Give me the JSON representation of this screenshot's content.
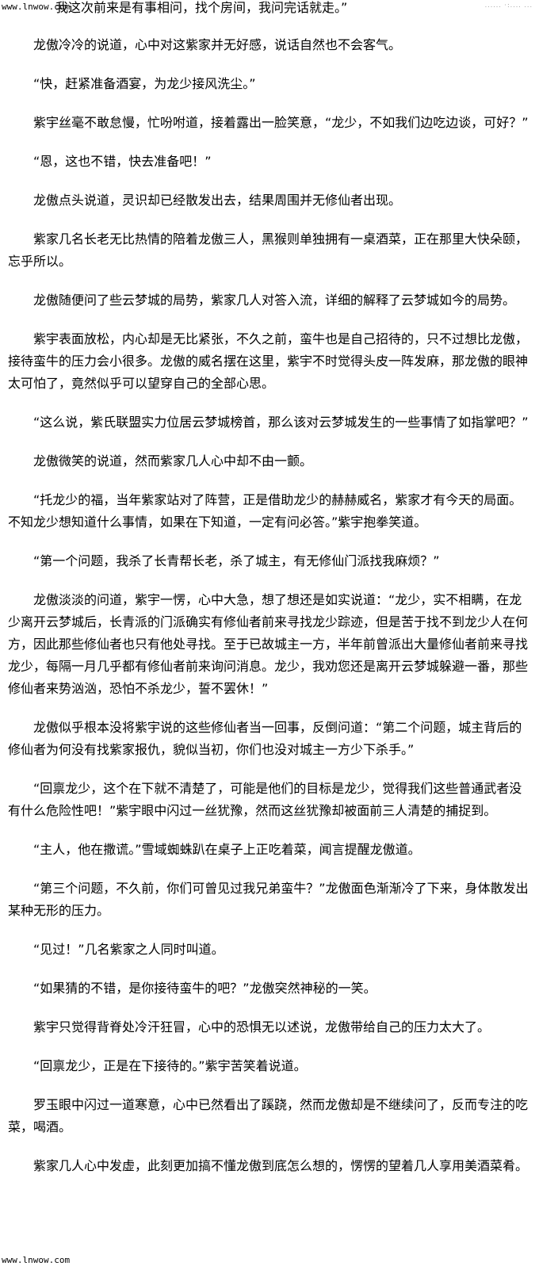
{
  "watermark": "www.lnwow.com",
  "top_right_text": "...... ·:.... ...",
  "first_line": "我这次前来是有事相问，找个房间，我问完话就走。”",
  "paragraphs": [
    "龙傲冷冷的说道，心中对这紫家并无好感，说话自然也不会客气。",
    "“快，赶紧准备酒宴，为龙少接风洗尘。”",
    "紫宇丝毫不敢怠慢，忙吩咐道，接着露出一脸笑意，“龙少，不如我们边吃边谈，可好？”",
    "“恩，这也不错，快去准备吧！”",
    "龙傲点头说道，灵识却已经散发出去，结果周围并无修仙者出现。",
    "紫家几名长老无比热情的陪着龙傲三人，黑猴则单独拥有一桌酒菜，正在那里大快朵颐，忘乎所以。",
    "龙傲随便问了些云梦城的局势，紫家几人对答入流，详细的解释了云梦城如今的局势。",
    "紫宇表面放松，内心却是无比紧张，不久之前，蛮牛也是自己招待的，只不过想比龙傲，接待蛮牛的压力会小很多。龙傲的威名摆在这里，紫宇不时觉得头皮一阵发麻，那龙傲的眼神太可怕了，竟然似乎可以望穿自己的全部心思。",
    "“这么说，紫氏联盟实力位居云梦城榜首，那么该对云梦城发生的一些事情了如指掌吧？”",
    "龙傲微笑的说道，然而紫家几人心中却不由一颤。",
    "“托龙少的福，当年紫家站对了阵营，正是借助龙少的赫赫威名，紫家才有今天的局面。不知龙少想知道什么事情，如果在下知道，一定有问必答。”紫宇抱拳笑道。",
    "“第一个问题，我杀了长青帮长老，杀了城主，有无修仙门派找我麻烦？”",
    "龙傲淡淡的问道，紫宇一愣，心中大急，想了想还是如实说道：“龙少，实不相瞒，在龙少离开云梦城后，长青派的门派确实有修仙者前来寻找龙少踪迹，但是苦于找不到龙少人在何方，因此那些修仙者也只有他处寻找。至于已故城主一方，半年前曾派出大量修仙者前来寻找龙少，每隔一月几乎都有修仙者前来询问消息。龙少，我劝您还是离开云梦城躲避一番，那些修仙者来势汹汹，恐怕不杀龙少，誓不罢休！”",
    "龙傲似乎根本没将紫宇说的这些修仙者当一回事，反倒问道：“第二个问题，城主背后的修仙者为何没有找紫家报仇，貌似当初，你们也没对城主一方少下杀手。”",
    "“回禀龙少，这个在下就不清楚了，可能是他们的目标是龙少，觉得我们这些普通武者没有什么危险性吧！”紫宇眼中闪过一丝犹豫，然而这丝犹豫却被面前三人清楚的捕捉到。",
    "“主人，他在撒谎。”雪域蜘蛛趴在桌子上正吃着菜，闻言提醒龙傲道。",
    "“第三个问题，不久前，你们可曾见过我兄弟蛮牛？”龙傲面色渐渐冷了下来，身体散发出某种无形的压力。",
    "“见过！”几名紫家之人同时叫道。",
    "“如果猜的不错，是你接待蛮牛的吧？”龙傲突然神秘的一笑。",
    "紫宇只觉得背脊处冷汗狂冒，心中的恐惧无以述说，龙傲带给自己的压力太大了。",
    "“回禀龙少，正是在下接待的。”紫宇苦笑着说道。",
    "罗玉眼中闪过一道寒意，心中已然看出了蹊跷，然而龙傲却是不继续问了，反而专注的吃菜，喝酒。",
    "紫家几人心中发虚，此刻更加搞不懂龙傲到底怎么想的，愣愣的望着几人享用美酒菜肴。"
  ]
}
